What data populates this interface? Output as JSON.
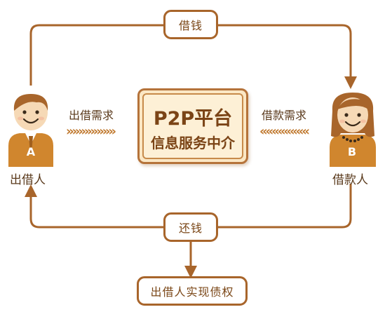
{
  "platform": {
    "title": "P2P平台",
    "subtitle": "信息服务中介"
  },
  "flow": {
    "borrow": "借钱",
    "repay": "还钱",
    "lend_demand": "出借需求",
    "borrow_demand": "借款需求",
    "result": "出借人实现债权"
  },
  "parties": {
    "lender": {
      "badge": "A",
      "label": "出借人"
    },
    "borrower": {
      "badge": "B",
      "label": "借款人"
    }
  },
  "colors": {
    "line": "#a8652b",
    "platform_fill": "#fbe7c4",
    "figure": "#d0862e",
    "skin": "#f6d9b6"
  }
}
